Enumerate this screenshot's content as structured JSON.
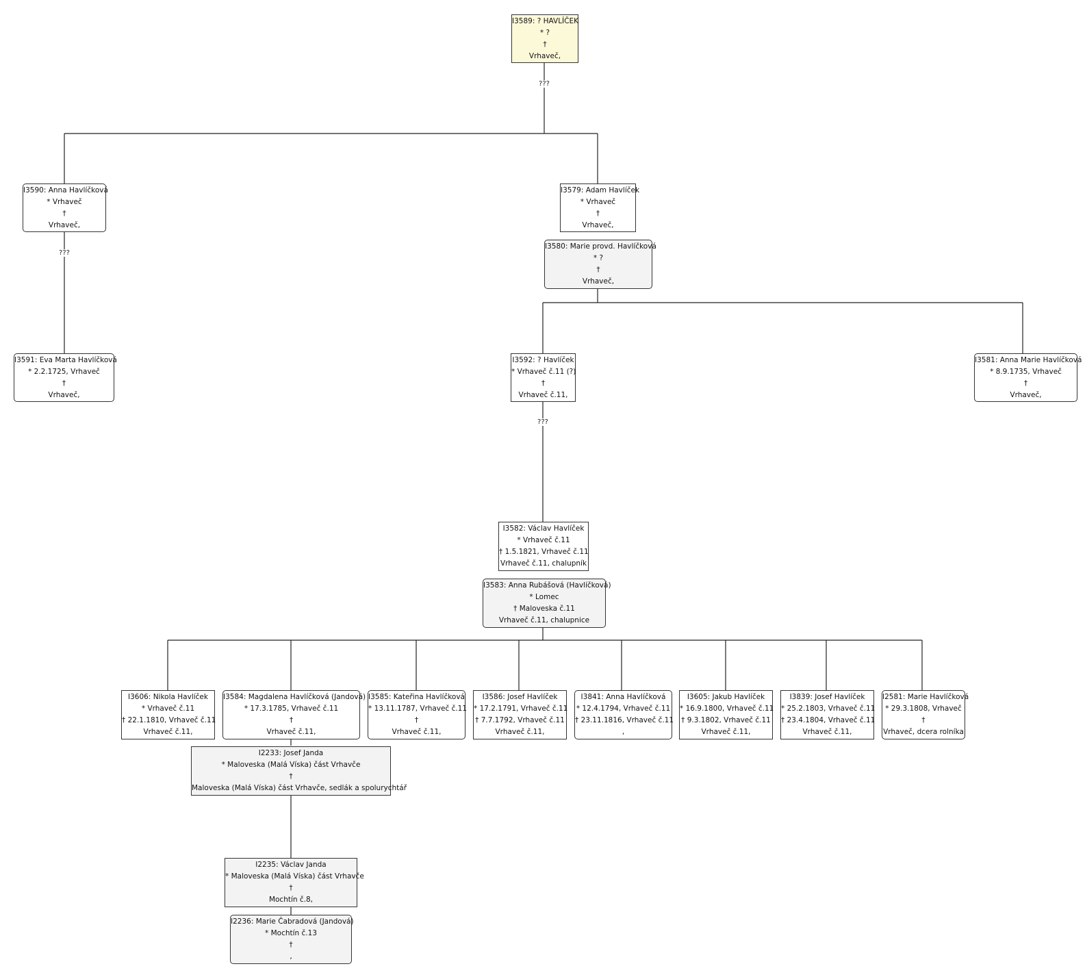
{
  "unknown_marriage_label": "???",
  "people": {
    "I3589": {
      "title": "I3589: ? HAVLÍČEK",
      "birth": "* ?",
      "death": "†",
      "residence": "Vrhaveč,"
    },
    "I3590": {
      "title": "I3590: Anna Havlíčková",
      "birth": "* Vrhaveč",
      "death": "†",
      "residence": "Vrhaveč,"
    },
    "I3579": {
      "title": "I3579: Adam Havlíček",
      "birth": "* Vrhaveč",
      "death": "†",
      "residence": "Vrhaveč,"
    },
    "I3580": {
      "title": "I3580: Marie provd. Havlíčková",
      "birth": "* ?",
      "death": "†",
      "residence": "Vrhaveč,"
    },
    "I3591": {
      "title": "I3591: Eva Marta Havlíčková",
      "birth": "* 2.2.1725, Vrhaveč",
      "death": "†",
      "residence": "Vrhaveč,"
    },
    "I3592": {
      "title": "I3592: ? Havlíček",
      "birth": "* Vrhaveč č.11 (?)",
      "death": "†",
      "residence": "Vrhaveč č.11,"
    },
    "I3581": {
      "title": "I3581: Anna Marie Havlíčková",
      "birth": "* 8.9.1735, Vrhaveč",
      "death": "†",
      "residence": "Vrhaveč,"
    },
    "I3582": {
      "title": "I3582: Václav Havlíček",
      "birth": "* Vrhaveč č.11",
      "death": "† 1.5.1821, Vrhaveč č.11",
      "residence": "Vrhaveč č.11, chalupník"
    },
    "I3583": {
      "title": "I3583: Anna Rubášová (Havlíčková)",
      "birth": "* Lomec",
      "death": "† Maloveska č.11",
      "residence": "Vrhaveč č.11, chalupnice"
    },
    "I3606": {
      "title": "I3606: Nikola Havlíček",
      "birth": "* Vrhaveč č.11",
      "death": "† 22.1.1810, Vrhaveč č.11",
      "residence": "Vrhaveč č.11,"
    },
    "I3584": {
      "title": "I3584: Magdalena Havlíčková (Jandová)",
      "birth": "* 17.3.1785, Vrhaveč č.11",
      "death": "†",
      "residence": "Vrhaveč č.11,"
    },
    "I3585": {
      "title": "I3585: Kateřina Havlíčková",
      "birth": "* 13.11.1787, Vrhaveč č.11",
      "death": "†",
      "residence": "Vrhaveč č.11,"
    },
    "I3586": {
      "title": "I3586: Josef Havlíček",
      "birth": "* 17.2.1791, Vrhaveč č.11",
      "death": "† 7.7.1792, Vrhaveč č.11",
      "residence": "Vrhaveč č.11,"
    },
    "I3841": {
      "title": "I3841: Anna Havlíčková",
      "birth": "* 12.4.1794, Vrhaveč č.11",
      "death": "† 23.11.1816, Vrhaveč č.11",
      "residence": ","
    },
    "I3605": {
      "title": "I3605: Jakub Havlíček",
      "birth": "* 16.9.1800, Vrhaveč č.11",
      "death": "† 9.3.1802, Vrhaveč č.11",
      "residence": "Vrhaveč č.11,"
    },
    "I3839": {
      "title": "I3839: Josef Havlíček",
      "birth": "* 25.2.1803, Vrhaveč č.11",
      "death": "† 23.4.1804, Vrhaveč č.11",
      "residence": "Vrhaveč č.11,"
    },
    "I2581": {
      "title": "I2581: Marie Havlíčková",
      "birth": "* 29.3.1808, Vrhaveč",
      "death": "†",
      "residence": "Vrhaveč, dcera rolníka"
    },
    "I2233": {
      "title": "I2233: Josef Janda",
      "birth": "* Maloveska (Malá Víska) část Vrhavče",
      "death": "†",
      "residence": "Maloveska (Malá Víska) část Vrhavče, sedlák a spolurychtář"
    },
    "I2235": {
      "title": "I2235: Václav Janda",
      "birth": "* Maloveska (Malá Víska) část Vrhavče",
      "death": "†",
      "residence": "Mochtín č.8,"
    },
    "I2236": {
      "title": "I2236: Marie Čabradová (Jandová)",
      "birth": "* Mochtín č.13",
      "death": "†",
      "residence": ","
    }
  }
}
